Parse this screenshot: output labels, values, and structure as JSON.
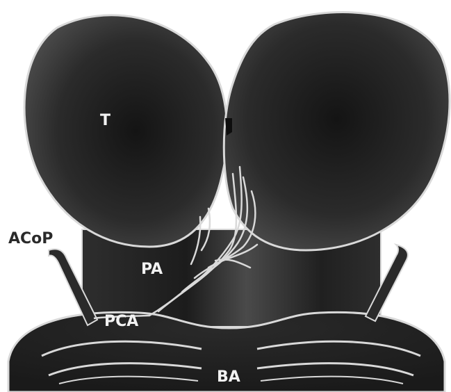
{
  "labels": {
    "thalamus": "T",
    "posterior_communicating": "ACoP",
    "perforating_arteries": "PA",
    "posterior_cerebral": "PCA",
    "basilar": "BA"
  },
  "colors": {
    "background": "#ffffff",
    "structure_dark": "#1f1f1f",
    "structure_mid": "#3a3a3a",
    "outline": "#d9d9d9",
    "label_light": "#f2f2f2",
    "label_dark": "#2a2a2a"
  }
}
